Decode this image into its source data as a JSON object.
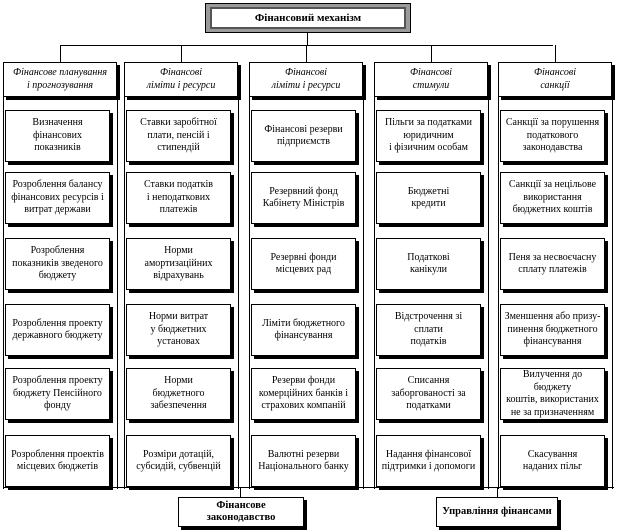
{
  "title": "Фінансовий механізм",
  "columns": [
    {
      "header": [
        "Фінансове планування",
        "і прогнозування"
      ],
      "items": [
        [
          "Визначення",
          "фінансових",
          "показників"
        ],
        [
          "Розроблення балансу",
          "фінансових ресурсів і",
          "витрат держави"
        ],
        [
          "Розроблення",
          "показників зведеного",
          "бюджету"
        ],
        [
          "Розроблення проекту",
          "державного бюджету"
        ],
        [
          "Розроблення проекту",
          "бюджету Пенсійного",
          "фонду"
        ],
        [
          "Розроблення проектів",
          "місцевих бюджетів"
        ]
      ]
    },
    {
      "header": [
        "Фінансові",
        "ліміти і ресурси"
      ],
      "items": [
        [
          "Ставки заробітної",
          "плати, пенсій і",
          "стипендій"
        ],
        [
          "Ставки податків",
          "і неподаткових",
          "платежів"
        ],
        [
          "Норми",
          "амортизаційних",
          "відрахувань"
        ],
        [
          "Норми витрат",
          "у бюджетних",
          "установах"
        ],
        [
          "Норми",
          "бюджетного",
          "забезпечення"
        ],
        [
          "Розміри дотацій,",
          "субсидій, субвенцій"
        ]
      ]
    },
    {
      "header": [
        "Фінансові",
        "ліміти і ресурси"
      ],
      "items": [
        [
          "Фінансові резерви",
          "підприємств"
        ],
        [
          "Резервний фонд",
          "Кабінету Міністрів"
        ],
        [
          "Резервні фонди",
          "місцевих рад"
        ],
        [
          "Ліміти бюджетного",
          "фінансування"
        ],
        [
          "Резерви фонди",
          "комерційних банків і",
          "страхових компаній"
        ],
        [
          "Валютні резерви",
          "Національного банку"
        ]
      ]
    },
    {
      "header": [
        "Фінансові",
        "стимули"
      ],
      "items": [
        [
          "Пільги за податками",
          "юридичним",
          "і фізичним особам"
        ],
        [
          "Бюджетні",
          "кредити"
        ],
        [
          "Податкові",
          "канікули"
        ],
        [
          "Відстрочення зі сплати",
          "податків"
        ],
        [
          "Списання",
          "заборгованості за",
          "податками"
        ],
        [
          "Надання фінансової",
          "підтримки і допомоги"
        ]
      ]
    },
    {
      "header": [
        "Фінансові",
        "санкції"
      ],
      "items": [
        [
          "Санкції за порушення",
          "податкового",
          "законодавства"
        ],
        [
          "Санкції за нецільове",
          "використання",
          "бюджетних коштів"
        ],
        [
          "Пеня за несвоєчасну",
          "сплату платежів"
        ],
        [
          "Зменшення або призу-",
          "пинення бюджетного",
          "фінансування"
        ],
        [
          "Вилучення до бюджету",
          "коштів, використаних",
          "не за призначенням"
        ],
        [
          "Скасування",
          "наданих пільг"
        ]
      ]
    }
  ],
  "bottom_boxes": [
    "Фінансове законодавство",
    "Управління фінансами"
  ]
}
